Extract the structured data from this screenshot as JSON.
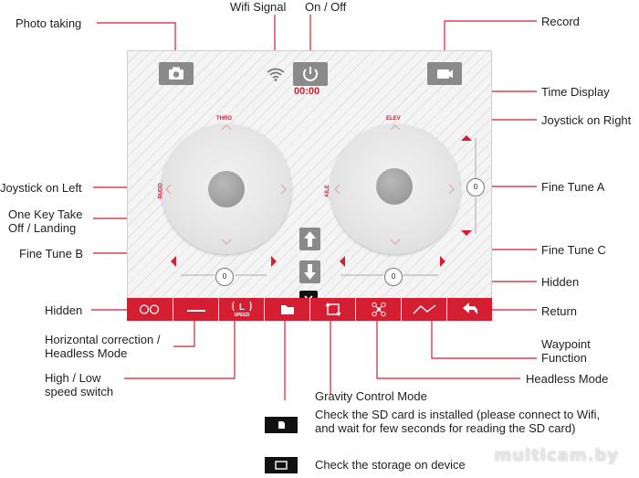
{
  "labels": {
    "photo_taking": "Photo taking",
    "wifi_signal": "Wifi Signal",
    "on_off": "On / Off",
    "record": "Record",
    "time_display": "Time Display",
    "joystick_right": "Joystick on Right",
    "fine_tune_a": "Fine Tune A",
    "joystick_left": "Joystick on Left",
    "one_key": "One Key Take Off / Landing",
    "fine_tune_b": "Fine Tune B",
    "fine_tune_c": "Fine Tune C",
    "hidden_right": "Hidden",
    "hidden_left": "Hidden",
    "return": "Return",
    "horizontal_correction": "Horizontal correction / Headless Mode",
    "waypoint": "Waypoint Function",
    "high_low": "High / Low speed switch",
    "headless_mode": "Headless Mode",
    "gravity": "Gravity Control Mode"
  },
  "screen": {
    "time": "00:00",
    "left_joystick": {
      "top": "THRO",
      "left": "RUDD"
    },
    "right_joystick": {
      "top": "ELEV",
      "left": "AILE"
    },
    "trim_value_b": "0",
    "trim_value_c": "0",
    "trim_value_a": "0",
    "speed_badge": "SPEED"
  },
  "notes": {
    "sd_card": "Check the SD card is installed (please connect to Wifi, and wait for few seconds for reading the SD card)",
    "storage": "Check the storage on device"
  },
  "watermark": "multicam.by",
  "colors": {
    "accent": "#d41f32",
    "button_gray": "#8a8a8a",
    "line": "#d41f32"
  }
}
